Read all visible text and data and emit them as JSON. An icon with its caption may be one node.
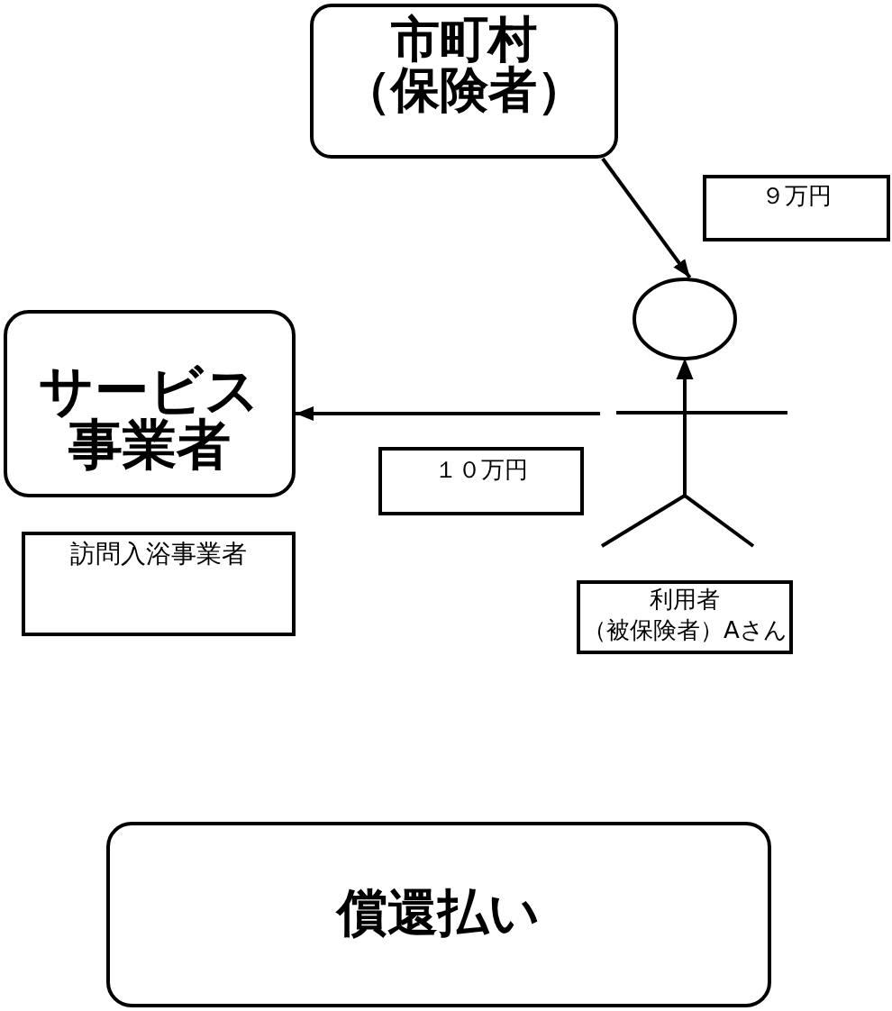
{
  "diagram": {
    "nodes": [
      {
        "text": [
          "市町村（保険者）"
        ]
      },
      {
        "text": [
          "９万円"
        ]
      },
      {
        "text": [
          "サービス事業者"
        ]
      },
      {
        "text": [],
        "shape": "person"
      },
      {
        "text": [
          "１０万円"
        ]
      },
      {
        "text": [
          "訪問入浴事業者"
        ]
      },
      {
        "text": [
          "利用者（被保険者）Aさん"
        ]
      },
      {
        "text": [
          "償還払い"
        ]
      }
    ],
    "edges": [
      {
        "from": 0,
        "to": 3,
        "arrow": "to"
      },
      {
        "from": 3,
        "to": 2,
        "arrow": "to"
      }
    ]
  }
}
